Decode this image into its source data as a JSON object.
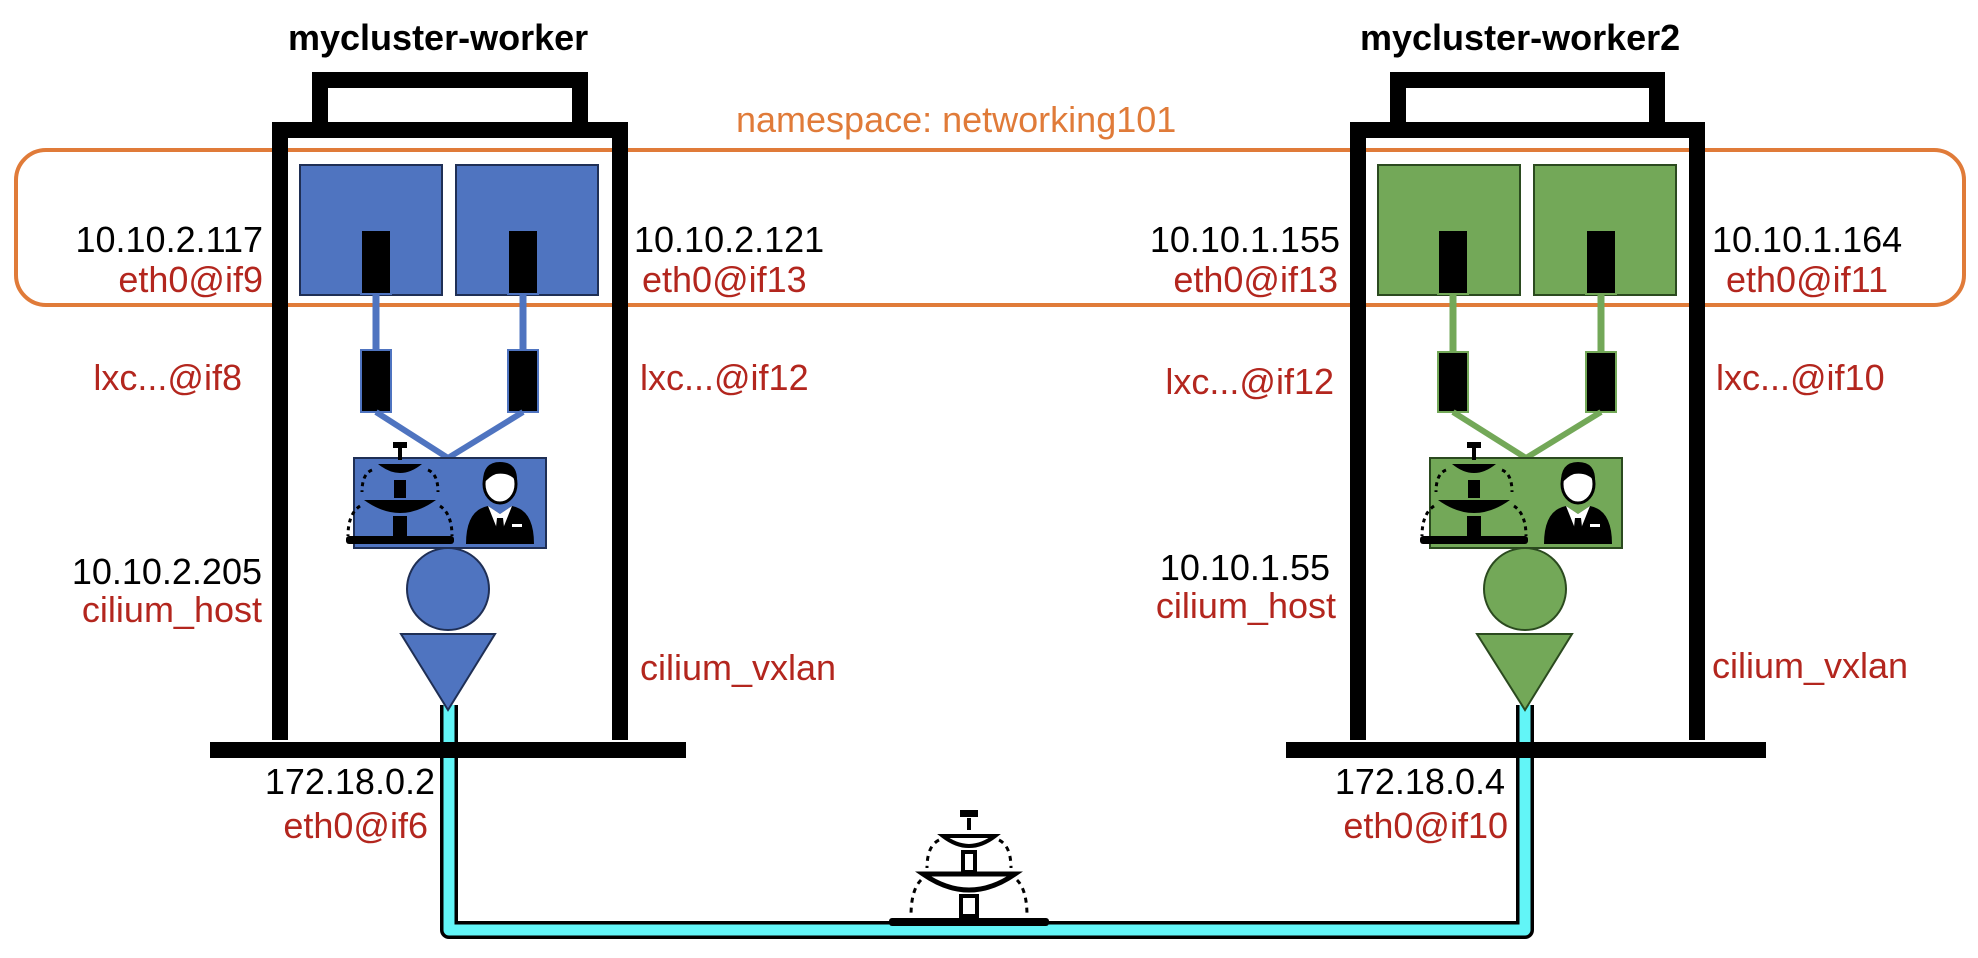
{
  "namespace_label": "namespace: networking101",
  "colors": {
    "worker1": "#4f74c0",
    "worker2": "#73a858",
    "tunnel": "#62f5f7",
    "namespace_border": "#e07b39",
    "interface_text": "#b3261e"
  },
  "nodes": [
    {
      "name": "mycluster-worker",
      "pods": [
        {
          "ip": "10.10.2.117",
          "iface": "eth0@if9",
          "lxc": "lxc...@if8"
        },
        {
          "ip": "10.10.2.121",
          "iface": "eth0@if13",
          "lxc": "lxc...@if12"
        }
      ],
      "host_ip": "10.10.2.205",
      "host_iface": "cilium_host",
      "vxlan_iface": "cilium_vxlan",
      "node_ip": "172.18.0.2",
      "node_iface": "eth0@if6"
    },
    {
      "name": "mycluster-worker2",
      "pods": [
        {
          "ip": "10.10.1.155",
          "iface": "eth0@if13",
          "lxc": "lxc...@if12"
        },
        {
          "ip": "10.10.1.164",
          "iface": "eth0@if11",
          "lxc": "lxc...@if10"
        }
      ],
      "host_ip": "10.10.1.55",
      "host_iface": "cilium_host",
      "vxlan_iface": "cilium_vxlan",
      "node_ip": "172.18.0.4",
      "node_iface": "eth0@if10"
    }
  ],
  "icons": {
    "service_router": "fountain-icon",
    "agent": "agent-person-icon",
    "network": "fountain-icon"
  }
}
